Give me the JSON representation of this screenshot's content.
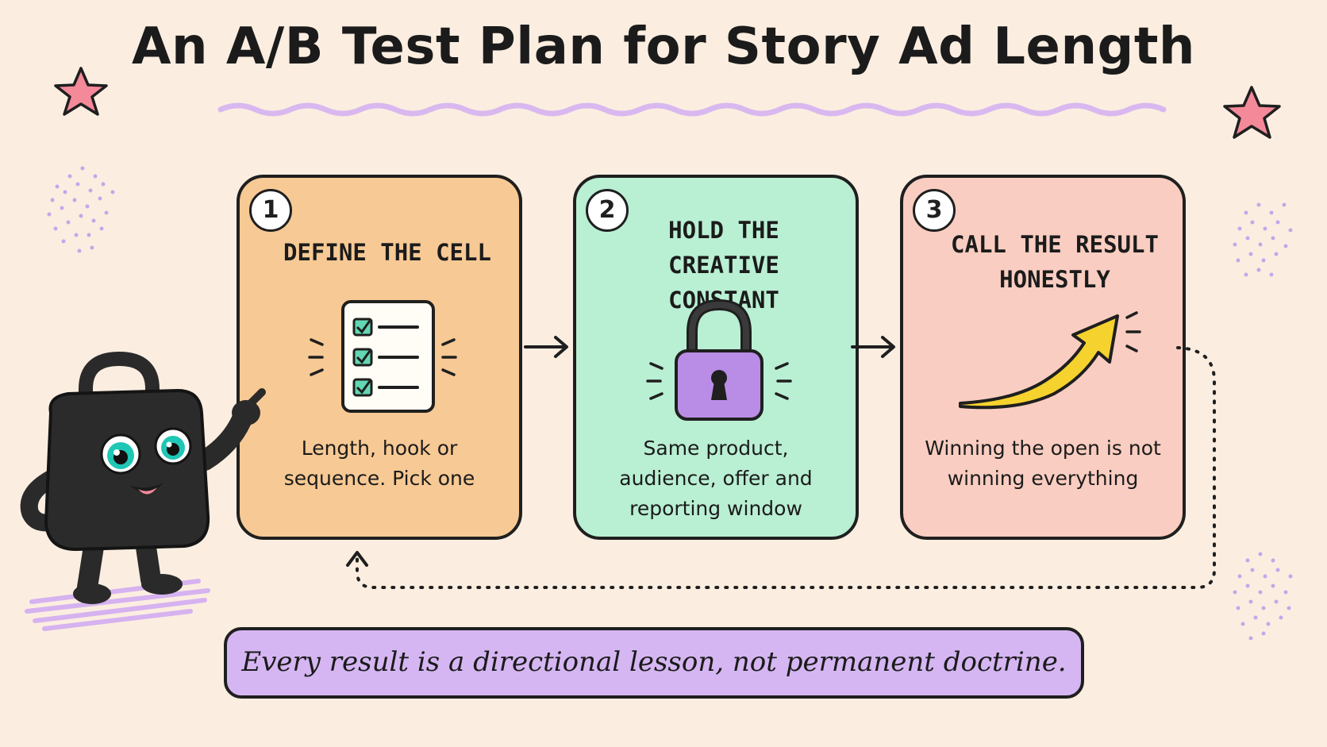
{
  "title": "An A/B Test Plan for Story Ad Length",
  "steps": [
    {
      "number": "1",
      "heading": "DEFINE THE CELL",
      "description": "Length, hook or sequence. Pick one",
      "icon": "checklist-icon"
    },
    {
      "number": "2",
      "heading": "HOLD THE CREATIVE CONSTANT",
      "description": "Same product, audience, offer and reporting window",
      "icon": "padlock-icon"
    },
    {
      "number": "3",
      "heading": "CALL THE RESULT HONESTLY",
      "description": "Winning the open is not winning everything",
      "icon": "rising-arrow-icon"
    }
  ],
  "banner": "Every result is a directional lesson, not permanent doctrine.",
  "colors": {
    "background": "#fbeee0",
    "card1": "#f7c994",
    "card2": "#b9efd3",
    "card3": "#f9cdc1",
    "banner": "#d5b6f2",
    "accent_star": "#f4899a",
    "lock_purple": "#b98de6",
    "arrow_yellow": "#f6d22e"
  }
}
